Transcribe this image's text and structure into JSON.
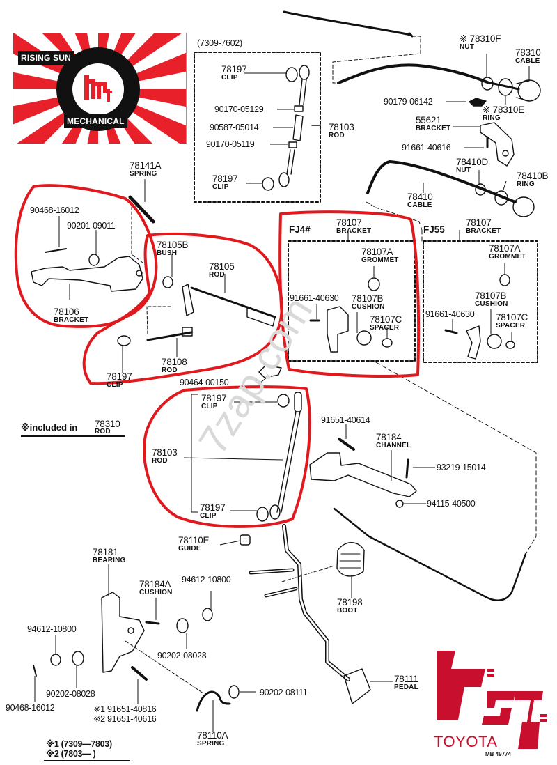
{
  "logo": {
    "top_text": "RISING SUN",
    "bottom_text": "MECHANICAL",
    "flag_red": "#e8202a",
    "flag_white": "#ffffff"
  },
  "brand": {
    "wordmark": "TOYOTA",
    "color": "#c8102e",
    "catalog_code": "MB 49774"
  },
  "watermark": "7zap.com",
  "highlight_color": "#e0191f",
  "groups": {
    "rod_assembly_period": "(7309-7602)",
    "fj4x": "FJ4#",
    "fj55": "FJ55"
  },
  "notes": {
    "included_prefix": "※included in",
    "included_num": "78310",
    "included_name": "ROD",
    "period1": "※1 (7309—7803)",
    "period2": "※2 (7803—        )"
  },
  "parts": {
    "p78197_top": {
      "num": "78197",
      "name": "CLIP"
    },
    "p90170_05129": {
      "num": "90170-05129"
    },
    "p90587_05014": {
      "num": "90587-05014"
    },
    "p90170_05119": {
      "num": "90170-05119"
    },
    "p78197_bot": {
      "num": "78197",
      "name": "CLIP"
    },
    "p78103_box": {
      "num": "78103",
      "name": "ROD"
    },
    "p78310F": {
      "num": "※ 78310F",
      "name": "NUT"
    },
    "p78310": {
      "num": "78310",
      "name": "CABLE"
    },
    "p90179_06142": {
      "num": "90179-06142"
    },
    "p78310E": {
      "num": "※ 78310E",
      "name": "RING"
    },
    "p55621": {
      "num": "55621",
      "name": "BRACKET"
    },
    "p91661_40616": {
      "num": "91661-40616"
    },
    "p78410D": {
      "num": "78410D",
      "name": "NUT"
    },
    "p78410B": {
      "num": "78410B",
      "name": "RING"
    },
    "p78410": {
      "num": "78410",
      "name": "CABLE"
    },
    "p78141A": {
      "num": "78141A",
      "name": "SPRING"
    },
    "p90468_16012_top": {
      "num": "90468-16012"
    },
    "p90201_09011": {
      "num": "90201-09011"
    },
    "p78106": {
      "num": "78106",
      "name": "BRACKET"
    },
    "p78105B": {
      "num": "78105B",
      "name": "BUSH"
    },
    "p78105": {
      "num": "78105",
      "name": "ROD"
    },
    "p78197_mid": {
      "num": "78197",
      "name": "CLIP"
    },
    "p78108": {
      "num": "78108",
      "name": "ROD"
    },
    "p90464_00150": {
      "num": "90464-00150"
    },
    "fj4x_78107": {
      "num": "78107",
      "name": "BRACKET"
    },
    "fj4x_78107A": {
      "num": "78107A",
      "name": "GROMMET"
    },
    "fj4x_91661_40630": {
      "num": "91661-40630"
    },
    "fj4x_78107B": {
      "num": "78107B",
      "name": "CUSHION"
    },
    "fj4x_78107C": {
      "num": "78107C",
      "name": "SPACER"
    },
    "fj55_78107": {
      "num": "78107",
      "name": "BRACKET"
    },
    "fj55_78107A": {
      "num": "78107A",
      "name": "GROMMET"
    },
    "fj55_78107B": {
      "num": "78107B",
      "name": "CUSHION"
    },
    "fj55_91661_40630": {
      "num": "91661-40630"
    },
    "fj55_78107C": {
      "num": "78107C",
      "name": "SPACER"
    },
    "p78197_rodtop": {
      "num": "78197",
      "name": "CLIP"
    },
    "p78103_rod": {
      "num": "78103",
      "name": "ROD"
    },
    "p78197_rodbot": {
      "num": "78197",
      "name": "CLIP"
    },
    "p78110E": {
      "num": "78110E",
      "name": "GUIDE"
    },
    "p91651_40614": {
      "num": "91651-40614"
    },
    "p78184": {
      "num": "78184",
      "name": "CHANNEL"
    },
    "p93219_15014": {
      "num": "93219-15014"
    },
    "p94115_40500": {
      "num": "94115-40500"
    },
    "p78181": {
      "num": "78181",
      "name": "BEARING"
    },
    "p78184A": {
      "num": "78184A",
      "name": "CUSHION"
    },
    "p94612_10800_r": {
      "num": "94612-10800"
    },
    "p94612_10800_l": {
      "num": "94612-10800"
    },
    "p90202_08028_r": {
      "num": "90202-08028"
    },
    "p90202_08028_l": {
      "num": "90202-08028"
    },
    "p90468_16012_bot": {
      "num": "90468-16012"
    },
    "p91651_40816": {
      "num": "※1 91651-40816"
    },
    "p91651_40616": {
      "num": "※2 91651-40616"
    },
    "p78110A": {
      "num": "78110A",
      "name": "SPRING"
    },
    "p90202_08111": {
      "num": "90202-08111"
    },
    "p78198": {
      "num": "78198",
      "name": "BOOT"
    },
    "p78111": {
      "num": "78111",
      "name": "PEDAL"
    }
  }
}
